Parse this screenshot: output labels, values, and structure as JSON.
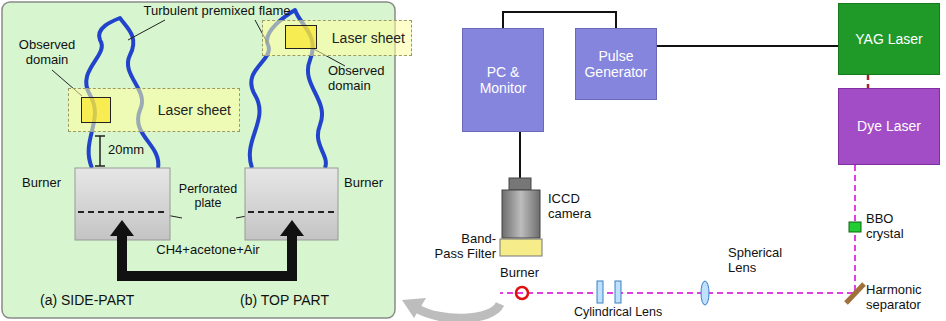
{
  "diagram": {
    "nodes": [
      {
        "text": [
          "Laser sheet"
        ]
      },
      {
        "text": [
          "Laser sheet"
        ]
      },
      {
        "text": [
          "PC & Monitor"
        ]
      },
      {
        "text": [
          "Pulse Generator"
        ]
      },
      {
        "text": [
          "YAG Laser"
        ]
      },
      {
        "text": [
          "Dye Laser"
        ]
      }
    ],
    "edges": [
      {
        "from": 2,
        "to": 3,
        "arrow": "none"
      },
      {
        "from": 3,
        "to": 4,
        "arrow": "none"
      },
      {
        "from": 4,
        "to": 5,
        "arrow": "none"
      }
    ],
    "labels": [
      "Turbulent premixed flame",
      "Observed domain",
      "Observed domain",
      "20mm",
      "Burner",
      "Burner",
      "Perforated plate",
      "CH4+acetone+Air",
      "(a) SIDE-PART",
      "(b) TOP PART",
      "ICCD camera",
      "Band- Pass Filter",
      "Burner",
      "Spherical Lens",
      "Cylindrical Lens",
      "BBO crystal",
      "Harmonic separator"
    ]
  }
}
